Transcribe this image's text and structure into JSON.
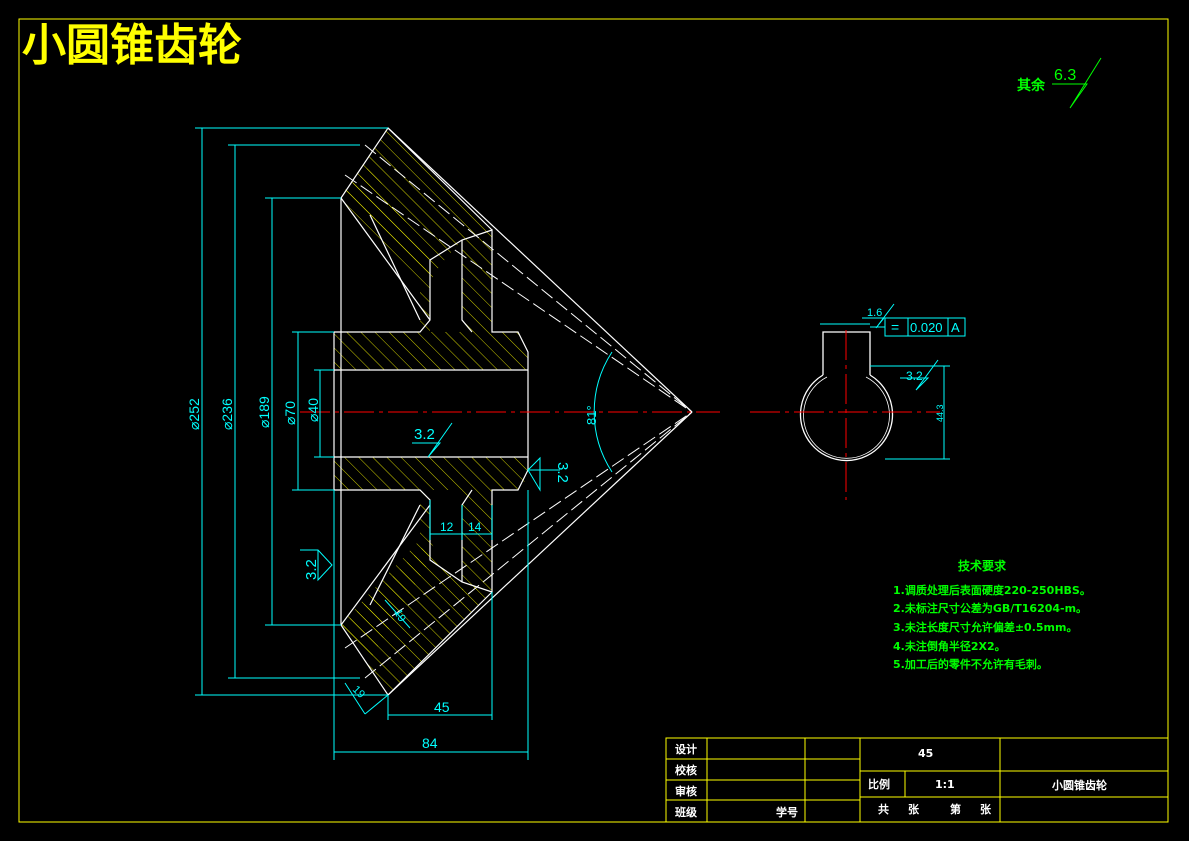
{
  "title": "小圆锥齿轮",
  "roughness_note": {
    "label": "其余",
    "value": "6.3"
  },
  "section_view": {
    "dims": {
      "d252": "⌀252",
      "d236": "⌀236",
      "d189": "⌀189",
      "d70": "⌀70",
      "d40": "⌀40",
      "w84": "84",
      "w45": "45",
      "w12": "12",
      "w14": "14",
      "chamfer19a": "19",
      "chamfer19b": "19",
      "angle": "81°"
    },
    "roughness": {
      "bore": "3.2",
      "right": "3.2",
      "left": "3.2"
    }
  },
  "end_view": {
    "roughness_top": "1.6",
    "tolerance_symbol": "=",
    "tolerance_value": "0.020",
    "datum": "A",
    "key_roughness": "3.2",
    "key_depth": "44.3"
  },
  "tech_requirements": {
    "heading": "技术要求",
    "items": [
      "1.调质处理后表面硬度220-250HBS。",
      "2.未标注尺寸公差为GB/T16204-m。",
      "3.未注长度尺寸允许偏差±0.5mm。",
      "4.未注倒角半径2X2。",
      "5.加工后的零件不允许有毛刺。"
    ]
  },
  "title_block": {
    "design": "设计",
    "check": "校核",
    "review": "审核",
    "class": "班级",
    "student_no": "学号",
    "material": "45",
    "scale_label": "比例",
    "scale_value": "1:1",
    "part_name": "小圆锥齿轮",
    "total": "共",
    "sheets": "张",
    "nth": "第",
    "sheets2": "张"
  }
}
